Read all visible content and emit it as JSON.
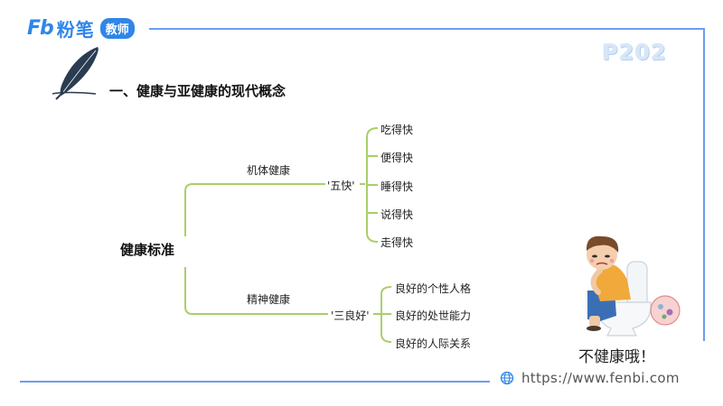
{
  "brand": {
    "logo_mark": "Fb",
    "name": "粉笔",
    "tag": "教师"
  },
  "page_code": "P202",
  "section_title": "一、健康与亚健康的现代概念",
  "mindmap": {
    "root": "健康标准",
    "branches": [
      {
        "label": "机体健康",
        "group": "'五快'",
        "leaves": [
          "吃得快",
          "便得快",
          "睡得快",
          "说得快",
          "走得快"
        ]
      },
      {
        "label": "精神健康",
        "group": "'三良好'",
        "leaves": [
          "良好的个性人格",
          "良好的处世能力",
          "良好的人际关系"
        ]
      }
    ]
  },
  "illustration": {
    "caption": "不健康哦！"
  },
  "footer": {
    "url": "https://www.fenbi.com"
  },
  "colors": {
    "brand_blue": "#2f86e8",
    "frame_blue": "#6d9df0",
    "branch_green": "#a9cf6a"
  }
}
